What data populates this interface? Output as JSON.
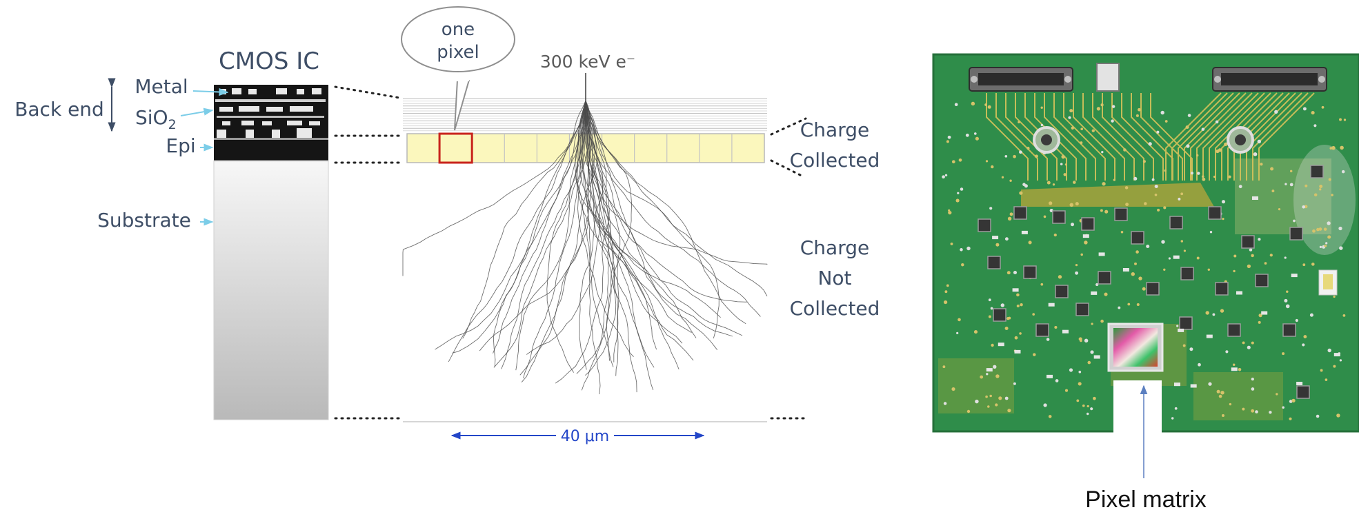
{
  "cmos": {
    "title": "CMOS IC",
    "back_end": "Back end",
    "metal": "Metal",
    "sio2_base": "SiO",
    "sio2_sub": "2",
    "epi": "Epi",
    "substrate": "Substrate"
  },
  "sim": {
    "callout": [
      "one",
      "pixel"
    ],
    "beam": "300 keV e⁻",
    "charge_collected": [
      "Charge",
      "Collected"
    ],
    "charge_not_collected": [
      "Charge",
      "Not",
      "Collected"
    ],
    "scale_bar": "40 μm",
    "pixel_cells": 11,
    "highlight_pixel": 1
  },
  "board": {
    "caption": "Pixel matrix"
  },
  "colors": {
    "label": "#3e4e66",
    "arrow_cyan": "#7ccde8",
    "scale_blue": "#2346c8",
    "pixel_fill": "#fbf7bd",
    "pixel_highlight": "#c8231c",
    "pcb_green": "#2f8d4a",
    "pointer_blue": "#5b7fc0"
  },
  "icons": [
    "double-arrow-icon",
    "connector-icon",
    "chip-icon"
  ]
}
